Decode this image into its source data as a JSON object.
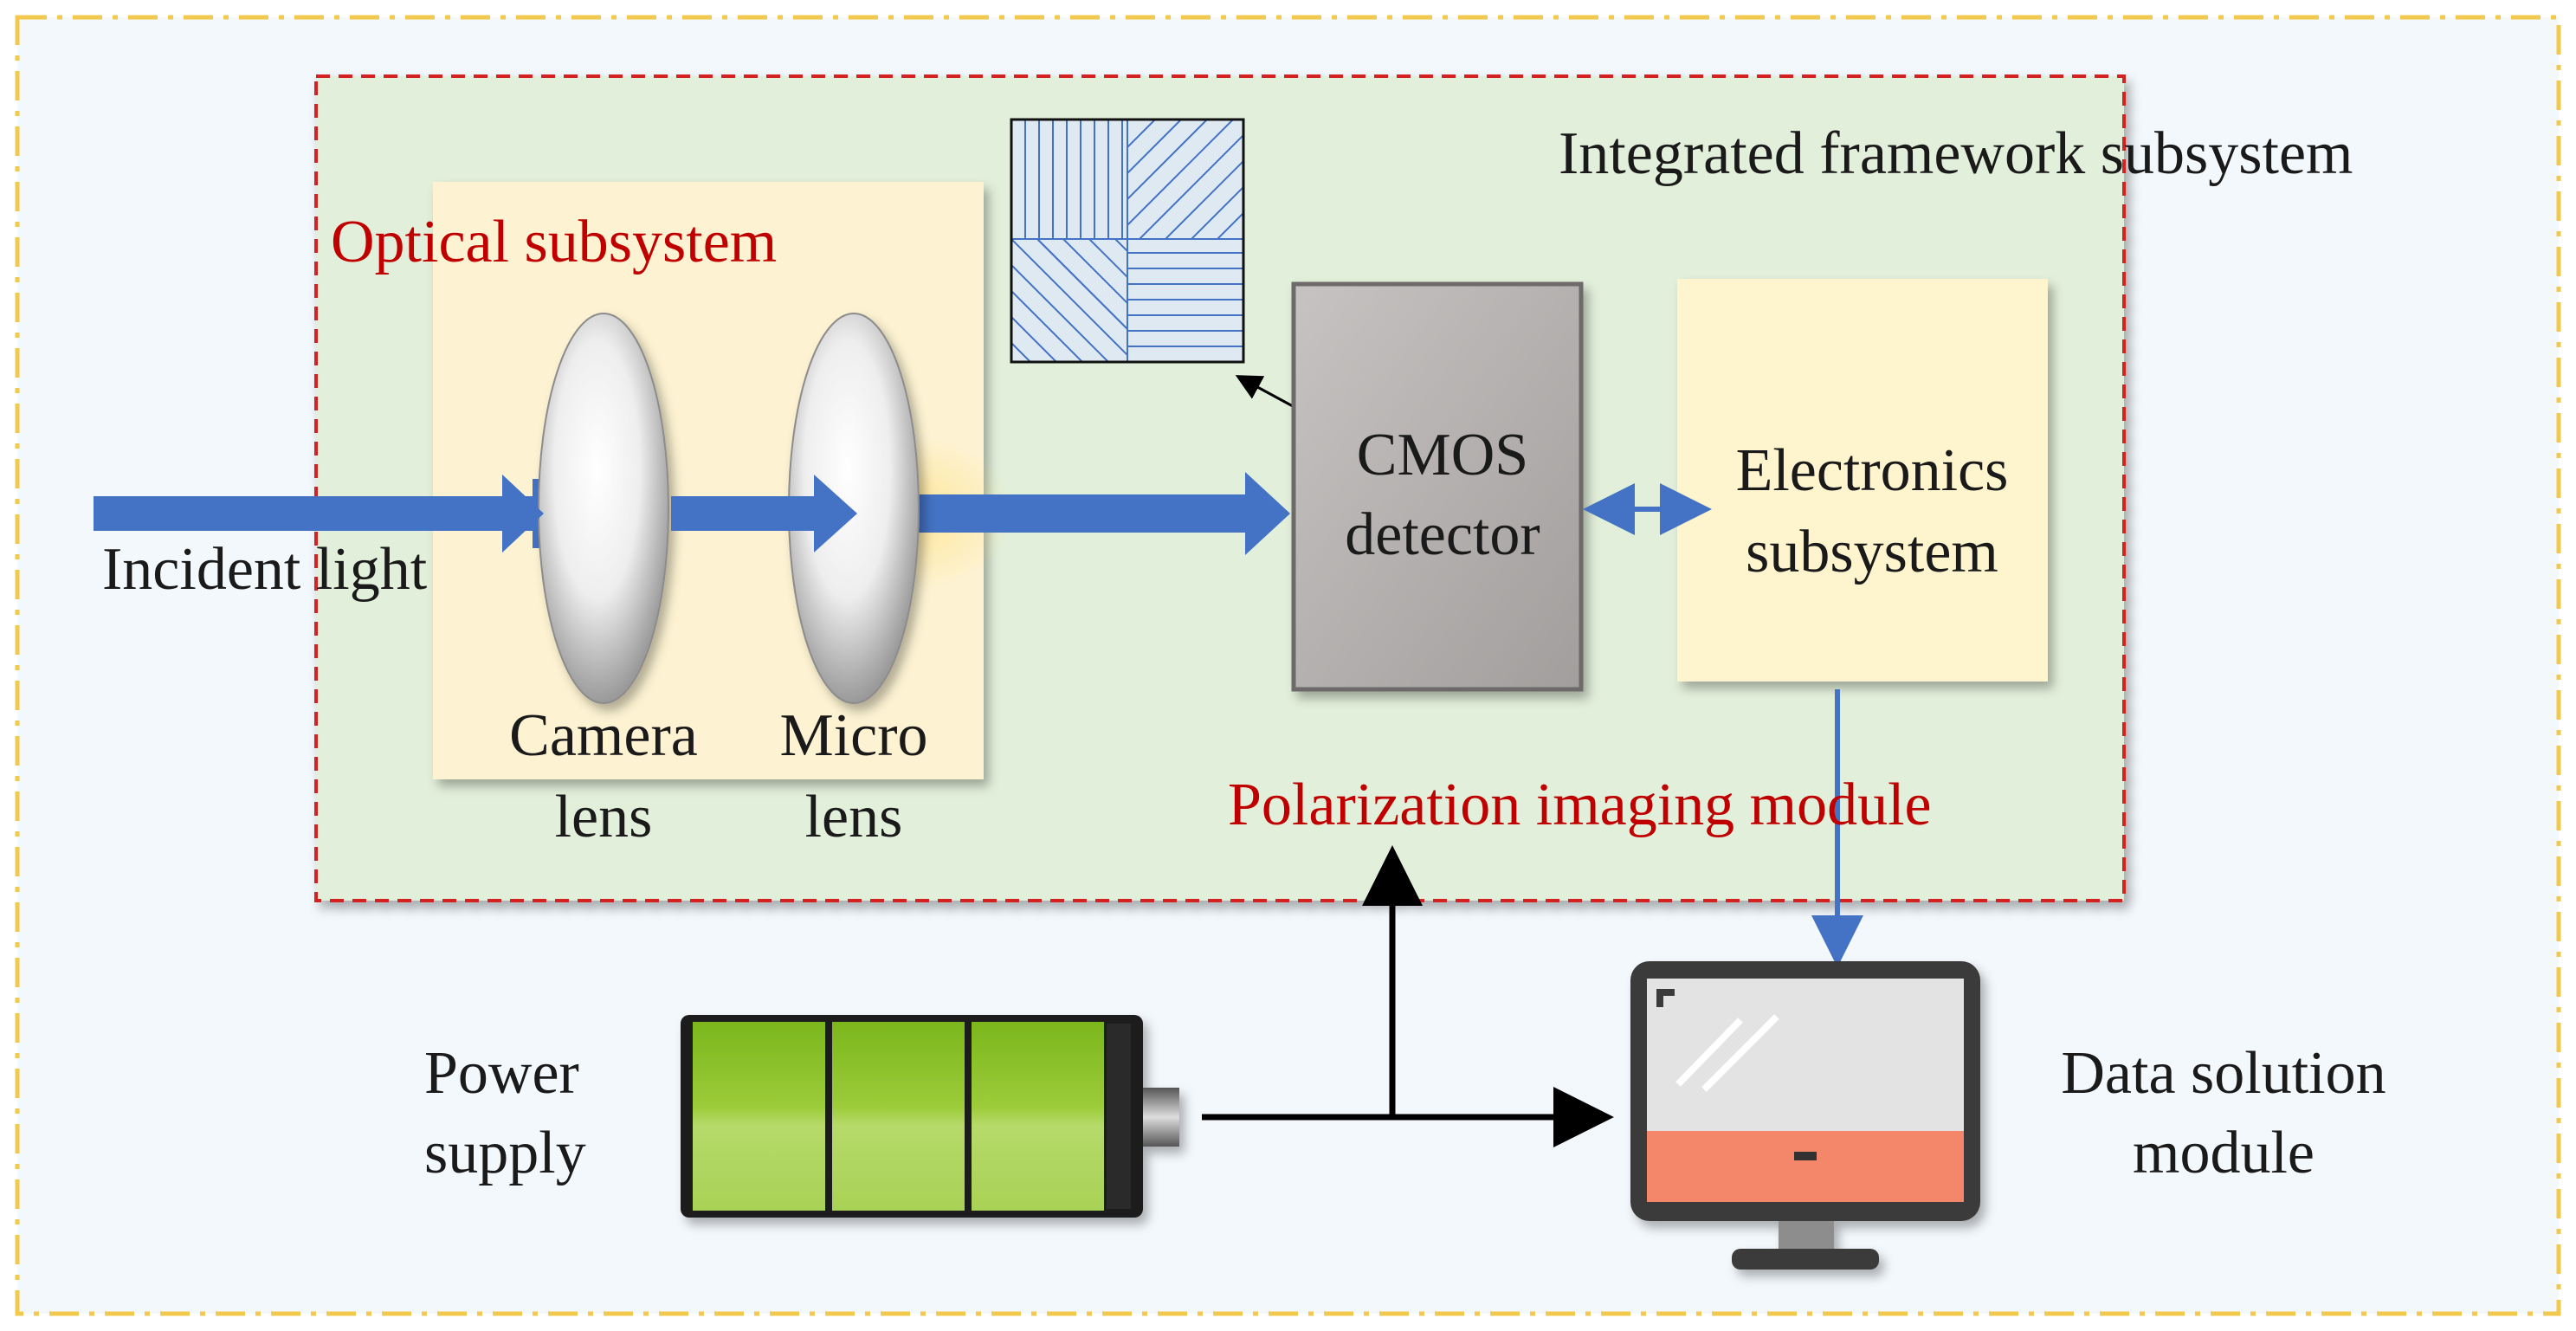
{
  "labels": {
    "integrated_framework": "Integrated framework subsystem",
    "optical_subsystem": "Optical subsystem",
    "incident_light": "Incident light",
    "camera_lens_1": "Camera",
    "camera_lens_2": "lens",
    "micro_lens_1": "Micro",
    "micro_lens_2": "lens",
    "cmos_1": "CMOS",
    "cmos_2": "detector",
    "electronics_1": "Electronics",
    "electronics_2": "subsystem",
    "polarization_module": "Polarization imaging module",
    "power_1": "Power",
    "power_2": "supply",
    "data_1": "Data solution",
    "data_2": "module"
  },
  "colors": {
    "outer_border": "#f2c94c",
    "outer_fill": "#f3f8fc",
    "inner_border": "#d42020",
    "inner_fill": "#e2efda",
    "optical_fill": "#fdf3d2",
    "electronics_fill": "#fef4cd",
    "cmos_fill": "#b3afae",
    "light_arrow": "#4472c4",
    "red_text": "#c00000",
    "battery_green": "#8bc34a",
    "monitor_accent": "#f4876a"
  }
}
